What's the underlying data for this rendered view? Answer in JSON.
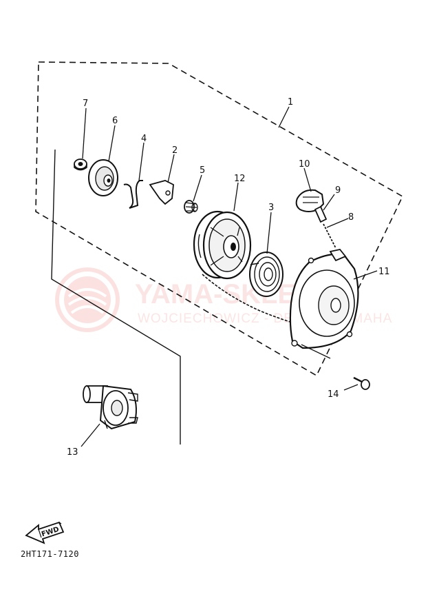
{
  "callouts": {
    "c1": "1",
    "c2": "2",
    "c3": "3",
    "c4": "4",
    "c5": "5",
    "c6": "6",
    "c7": "7",
    "c8": "8",
    "c9": "9",
    "c10": "10",
    "c11": "11",
    "c12": "12",
    "c13": "13",
    "c14": "14"
  },
  "fwd_label": "FWD",
  "diagram_code": "2HT171-7120",
  "watermark": {
    "main": "YAMA-SKLEP.PL",
    "sub": "WOJCIECHOWICZ - DEALER YAMAHA",
    "color": "#e53935"
  }
}
